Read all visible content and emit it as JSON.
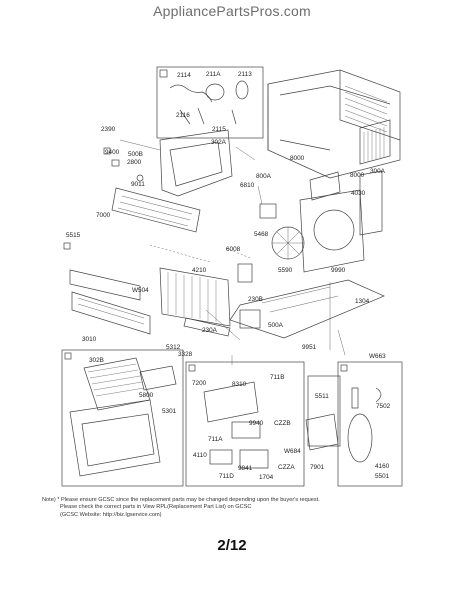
{
  "header": {
    "site_title": "AppliancePartsPros.com"
  },
  "labels": {
    "p2114": "2114",
    "p211A": "211A",
    "p2113": "2113",
    "p2116": "2116",
    "p2115": "2115",
    "p2390": "2390",
    "p302A": "302A",
    "p9400": "9400",
    "p500B": "500B",
    "p2800": "2800",
    "p9011": "9011",
    "p8000": "8000",
    "p800A": "800A",
    "p6810": "6810",
    "p8000b": "8000",
    "p300A": "300A",
    "p4030": "4030",
    "p7000": "7000",
    "p5515": "5515",
    "p6008": "6008",
    "p5468": "5468",
    "p5590": "5590",
    "p9990": "9990",
    "p4210": "4210",
    "pW504": "W504",
    "p230B": "230B",
    "p1304": "1304",
    "p3010": "3010",
    "p230A": "230A",
    "p500A": "500A",
    "p5312": "5312",
    "p3328": "3328",
    "p9951": "9951",
    "pW663": "W663",
    "p302B": "302B",
    "p7200": "7200",
    "p8310": "8310",
    "p711B": "711B",
    "p5511": "5511",
    "p7502": "7502",
    "p5800": "5800",
    "p5301": "5301",
    "p9940": "9940",
    "pCZZB": "CZZB",
    "p711A": "711A",
    "p4110": "4110",
    "pW684": "W684",
    "pCZZA": "CZZA",
    "p7901": "7901",
    "p4160": "4160",
    "p9841": "9841",
    "p711D": "711D",
    "p1704": "1704",
    "p5501": "5501"
  },
  "note": {
    "line1": "Note) * Please ensure GCSC since the replacement parts may be changed depending upon the buyer's request.",
    "line2": "Please check the correct parts in View RPL(Replacement Part List) on GCSC",
    "line3": "(GCSC Website: http://biz.lgservice.com)"
  },
  "page": {
    "number": "2/12"
  }
}
